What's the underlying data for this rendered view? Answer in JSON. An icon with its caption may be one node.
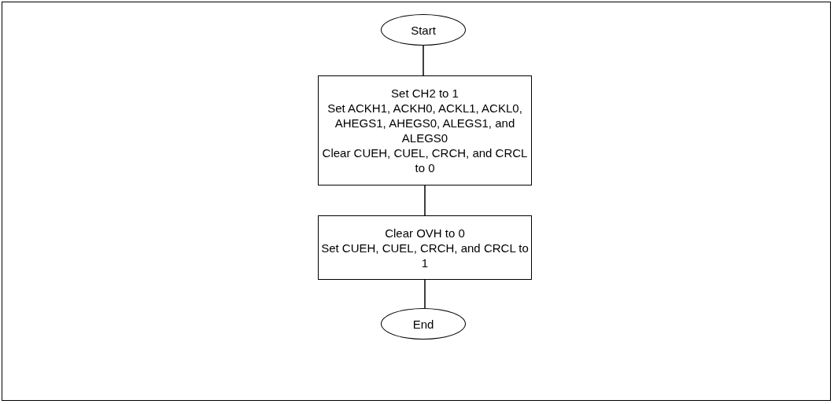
{
  "diagram": {
    "nodes": [
      {
        "text": [
          "Start"
        ]
      },
      {
        "text": [
          "Set CH2 to 1",
          "Set ACKH1, ACKH0, ACKL1, ACKL0, AHEGS1, AHEGS0, ALEGS1, and ALEGS0",
          "Clear CUEH, CUEL, CRCH, and CRCL to 0"
        ]
      },
      {
        "text": [
          "Clear OVH to 0",
          "Set CUEH, CUEL, CRCH, and CRCL to 1"
        ]
      },
      {
        "text": [
          "End"
        ]
      }
    ],
    "edges": [
      {
        "from": 0,
        "to": 1,
        "arrow": "none"
      },
      {
        "from": 1,
        "to": 2,
        "arrow": "none"
      },
      {
        "from": 2,
        "to": 3,
        "arrow": "none"
      }
    ]
  }
}
